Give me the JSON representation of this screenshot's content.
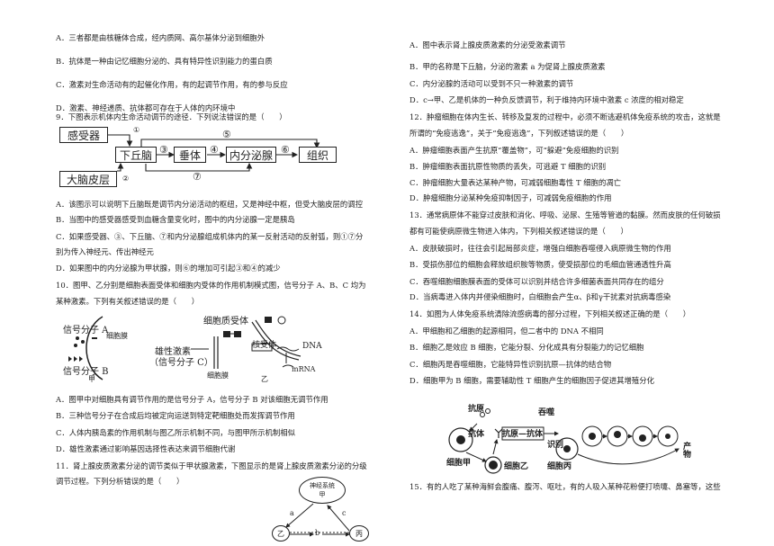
{
  "left": {
    "lines": [
      "A．三者都是由核糖体合成，经内质网、高尔基体分泌到细胞外",
      "B．抗体是一种由记忆细胞分泌的、具有特异性识别能力的蛋白质",
      "C．激素对生命活动有的起催化作用，有的起调节作用，有的参与反应",
      "D．激素、神经递质、抗体都可存在于人体的内环境中",
      "9．下图表示机体内生命活动调节的途径．下列说法错误的是（　　）"
    ],
    "q9_options": [
      "A．该图示可以说明下丘脑既是调节内分泌活动的枢纽，又是神经中枢，但受大脑皮层的调控",
      "B．当图中的感受器感受到血糖含量变化时，图中的内分泌腺一定是胰岛",
      "C．如果感受器、③、下丘脑、⑦和内分泌腺组成机体内的某一反射活动的反射弧，则①⑦分",
      "别为传入神经元、传出神经元",
      "D．如果图中的内分泌腺为甲状腺，则⑥的增加可引起③和④的减少"
    ],
    "q10_stem": [
      "10．图甲、乙分别是细胞表面受体和细胞内受体的作用机制模式图，信号分子 A、B、C 均为",
      "某种激素。下列有关叙述错误的是（　　）"
    ],
    "q10_options": [
      "A．图甲中对细胞具有调节作用的是信号分子 A，信号分子 B 对该细胞无调节作用",
      "B．三种信号分子在合成后均被定向运送到特定靶细胞处而发挥调节作用",
      "C．人体内胰岛素的作用机制与图乙所示机制不同，与图甲所示机制相似",
      "D．雄性激素通过影响基因选择性表达来调节细胞代谢"
    ],
    "q11_stem": [
      "11．肾上腺皮质激素分泌的调节类似于甲状腺激素，下图显示的是肾上腺皮质激素分泌的分级",
      "调节过程。下列分析错误的是（　　）"
    ]
  },
  "fig9": {
    "receptor": "感受器",
    "hypothalamus": "下丘脑",
    "pituitary": "垂体",
    "gland": "内分泌腺",
    "tissue": "组织",
    "cortex": "大脑皮层",
    "n1": "①",
    "n2": "②",
    "n3": "③",
    "n4": "④",
    "n5": "⑤",
    "n6": "⑥",
    "n7": "⑦"
  },
  "fig10": {
    "signal_a": "信号分子 A",
    "signal_b": "信号分子 B",
    "membrane1": "细胞膜",
    "jia": "甲",
    "receptor": "细胞质受体",
    "nuclear_receptor": "核受体",
    "dna": "DNA",
    "mrna": "mRNA",
    "androgen": "雄性激素",
    "signal_c": "（信号分子 C）",
    "membrane2": "细胞膜",
    "yi": "乙"
  },
  "fig11": {
    "nervous": "神经系统",
    "jia": "甲",
    "a": "a",
    "c": "c",
    "yi": "乙",
    "b": "b",
    "bing": "丙"
  },
  "right": {
    "q11_options": [
      "A．图中表示肾上腺皮质激素的分泌受激素调节",
      "B．甲的名称是下丘脑，分泌的激素 a 为促肾上腺皮质激素",
      "C．内分泌腺的活动可以受到不只一种激素的调节",
      "D．c→甲、乙是机体的一种负反馈调节，利于维持内环境中激素 c 浓度的相对稳定"
    ],
    "q12_stem": [
      "12．肿瘤细胞在体内生长、转移及复发的过程中，必须不断逃避机体免疫系统的攻击，这就是",
      "所谓的“免疫逃逸”，关于“免疫逃逸”，下列叙述错误的是（　　）"
    ],
    "q12_options": [
      "A．肿瘤细胞表面产生抗原“覆盖物”，可“躲避”免疫细胞的识别",
      "B．肿瘤细胞表面抗原性物质的丢失，可逃避 T 细胞的识别",
      "C．肿瘤细胞大量表达某种产物，可减弱细胞毒性 T 细胞的凋亡",
      "D．肿瘤细胞分泌某种免疫抑制因子，可减弱免疫细胞的作用"
    ],
    "q13_stem": [
      "13．通常病原体不能穿过皮肤和消化、呼吸、泌尿、生殖等管道的黏膜。然而皮肤的任何破损",
      "都有可能使病原微生物进入体内，下列相关叙述错误的是（　　）"
    ],
    "q13_options": [
      "A．皮肤破损时，往往会引起局部炎症，增强白细胞吞噬侵入病原微生物的作用",
      "B．受损伤部位的细胞会释放组织胺等物质，使受损部位的毛细血管通透性升高",
      "C．吞噬细胞细胞膜表面的受体可以识别并结合许多细菌表面共同存在的组分",
      "D．当病毒进入体内并侵染细胞时，白细胞会产生α、β和γ干扰素对抗病毒感染"
    ],
    "q14_stem": [
      "14．如图为人体免疫系统清除流感病毒的部分过程，下列相关叙述正确的是（　　）"
    ],
    "q14_options": [
      "A．甲细胞和乙细胞的起源相同，但二者中的 DNA 不相同",
      "B．细胞乙是效应 B 细胞，它能分裂、分化成具有分裂能力的记忆细胞",
      "C．细胞丙是吞噬细胞，它能特异性识别抗原—抗体的结合物",
      "D．细胞甲为 B 细胞，需要辅助性 T 细胞产生的细胞因子促进其增殖分化"
    ],
    "q15_stem": [
      "15．有的人吃了某种海鲜会腹痛、腹泻、呕吐，有的人吸入某种花粉便打喷嚏、鼻塞等，这些"
    ]
  },
  "fig14": {
    "antigen": "抗原",
    "antibody": "抗体",
    "complex": "抗原—抗体",
    "engulf": "吞噬",
    "recognize": "识别",
    "product": "产物",
    "cell_jia": "细胞甲",
    "cell_yi": "细胞乙",
    "cell_bing": "细胞丙"
  }
}
